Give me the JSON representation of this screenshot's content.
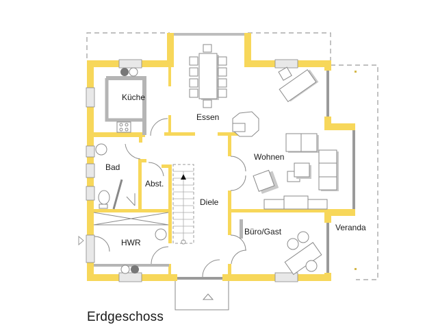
{
  "plan": {
    "title": "Erdgeschoss",
    "rooms": [
      {
        "id": "kueche",
        "label": "Küche"
      },
      {
        "id": "essen",
        "label": "Essen"
      },
      {
        "id": "wohnen",
        "label": "Wohnen"
      },
      {
        "id": "bad",
        "label": "Bad"
      },
      {
        "id": "abst",
        "label": "Abst."
      },
      {
        "id": "diele",
        "label": "Diele"
      },
      {
        "id": "hwr",
        "label": "HWR"
      },
      {
        "id": "buero",
        "label": "Büro/Gast"
      },
      {
        "id": "veranda",
        "label": "Veranda"
      }
    ],
    "colors": {
      "wall": "#f7d75a",
      "line": "#8a8a8a",
      "text": "#1a1a1a",
      "background": "#ffffff"
    }
  }
}
